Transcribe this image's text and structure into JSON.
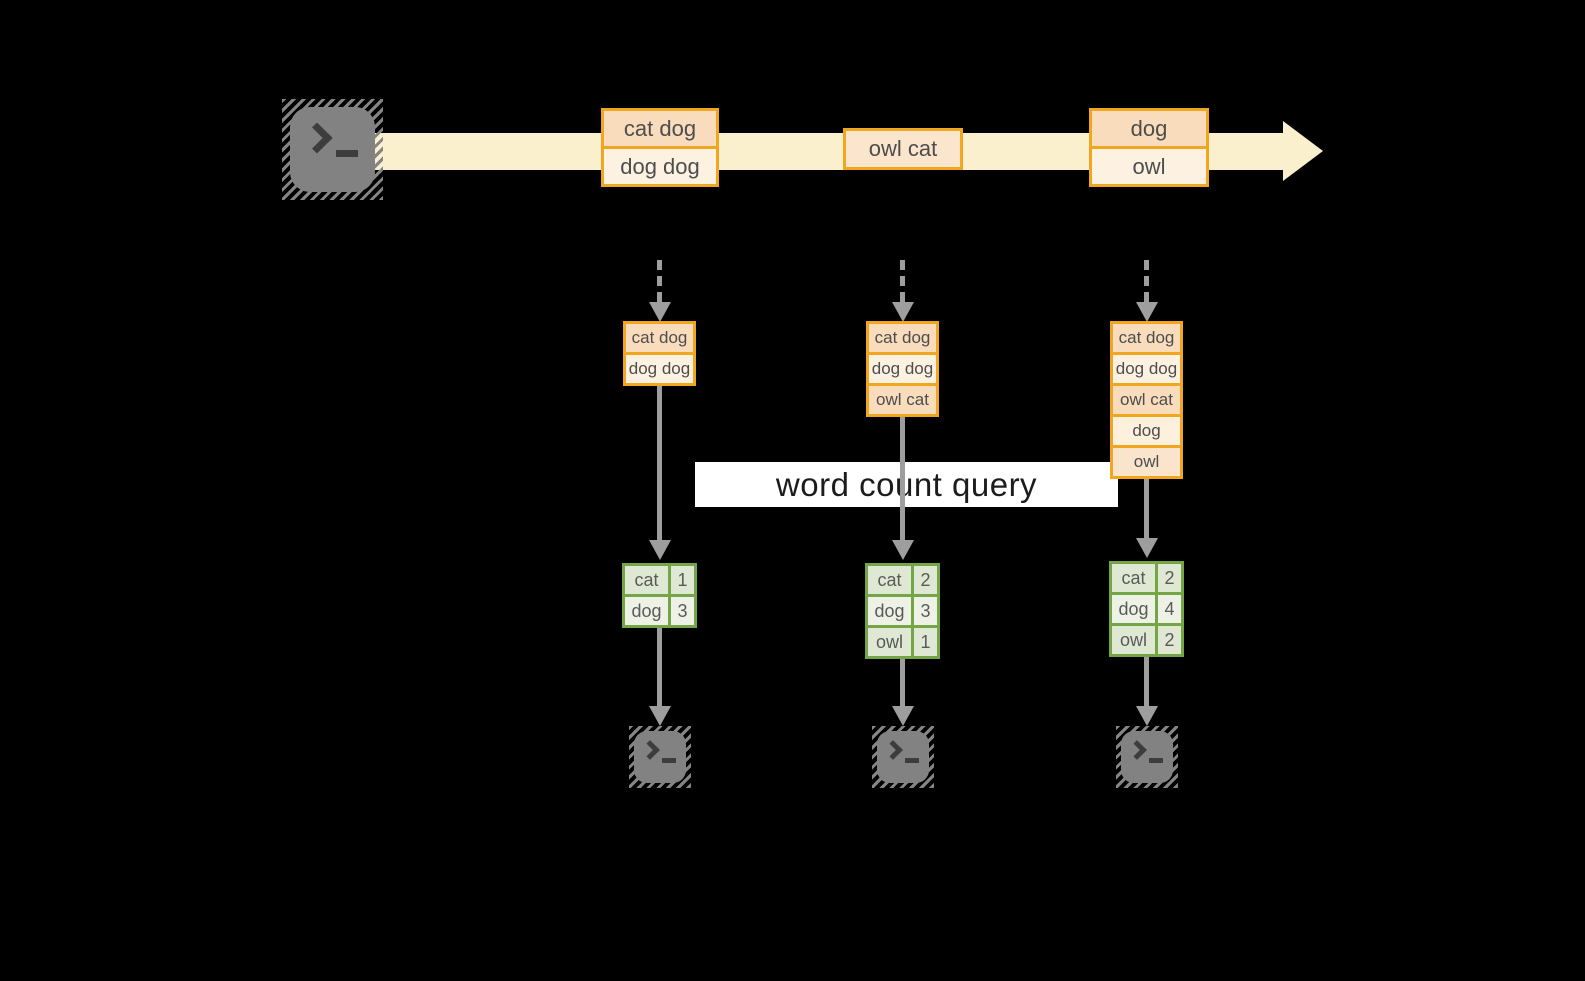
{
  "query_label": "word count query",
  "colors": {
    "background": "#000000",
    "stream_arrow": "#faf0cd",
    "message_border": "#f0a71f",
    "message_fill_dark": "#f8dcbc",
    "message_fill_light": "#fdf2e2",
    "message_fill_medium": "#fbe5cc",
    "count_table_border": "#74a546",
    "count_fill_dark": "#dfe8d2",
    "count_fill_light": "#eef2e6",
    "connector_gray": "#9e9e9e",
    "terminal_gray": "#828282",
    "query_band": "#ffffff"
  },
  "icons": {
    "stream_source": "terminal-icon",
    "query_consumers": "terminal-icon"
  },
  "stream": {
    "messages": [
      {
        "lines": [
          "cat dog",
          "dog dog"
        ]
      },
      {
        "lines": [
          "owl cat"
        ]
      },
      {
        "lines": [
          "dog",
          "owl"
        ]
      }
    ]
  },
  "columns": [
    {
      "input_stack": [
        "cat dog",
        "dog dog"
      ],
      "counts": [
        {
          "word": "cat",
          "count": "1"
        },
        {
          "word": "dog",
          "count": "3"
        }
      ]
    },
    {
      "input_stack": [
        "cat dog",
        "dog dog",
        "owl cat"
      ],
      "counts": [
        {
          "word": "cat",
          "count": "2"
        },
        {
          "word": "dog",
          "count": "3"
        },
        {
          "word": "owl",
          "count": "1"
        }
      ]
    },
    {
      "input_stack": [
        "cat dog",
        "dog dog",
        "owl cat",
        "dog",
        "owl"
      ],
      "counts": [
        {
          "word": "cat",
          "count": "2"
        },
        {
          "word": "dog",
          "count": "4"
        },
        {
          "word": "owl",
          "count": "2"
        }
      ]
    }
  ]
}
